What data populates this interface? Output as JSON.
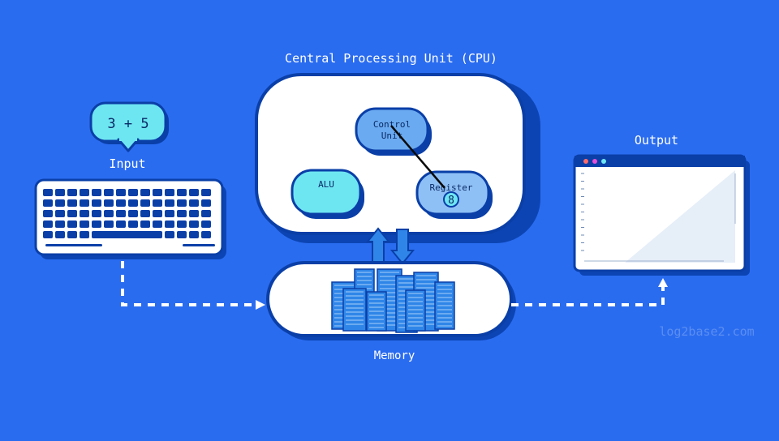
{
  "cpu": {
    "title": "Central Processing Unit (CPU)",
    "control_unit_line1": "Control",
    "control_unit_line2": "Unit",
    "alu": "ALU",
    "register": "Register",
    "register_value": "8"
  },
  "input": {
    "label": "Input",
    "bubble": "3 + 5"
  },
  "output": {
    "label": "Output"
  },
  "memory": {
    "label": "Memory"
  },
  "watermark": "log2base2.com",
  "colors": {
    "background": "#2a6cf0",
    "outline": "#0a3fa8",
    "shadow": "#0c45b3",
    "panel": "#ffffff",
    "cyan": "#6ee6f2",
    "light_blue": "#8fc0f5",
    "mid_blue": "#2f86e8",
    "watermark": "#5b8ef0"
  }
}
